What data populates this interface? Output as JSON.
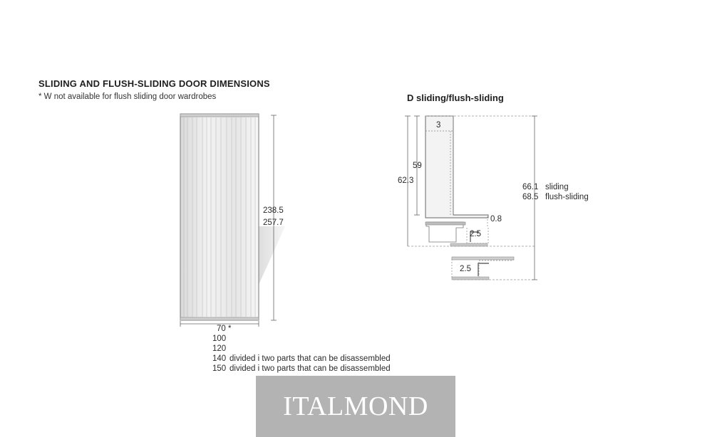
{
  "heading": {
    "title": "SLIDING AND FLUSH-SLIDING DOOR DIMENSIONS",
    "note": "* W not available for flush sliding door wardrobes"
  },
  "door": {
    "height_1": "238.5",
    "height_2": "257.7",
    "widths": [
      {
        "value": "70 *",
        "note": ""
      },
      {
        "value": "100",
        "note": ""
      },
      {
        "value": "120",
        "note": ""
      },
      {
        "value": "140",
        "note": "divided i two parts that can be disassembled"
      },
      {
        "value": "150",
        "note": "divided i two parts that can be disassembled"
      }
    ]
  },
  "depth": {
    "title": "D sliding/flush-sliding",
    "dim_3": "3",
    "dim_59": "59",
    "dim_62_3": "62.3",
    "dim_0_8": "0.8",
    "dim_2_5_upper": "2.5",
    "dim_2_5_lower": "2.5",
    "sliding_value": "66.1",
    "sliding_label": "sliding",
    "flush_value": "68.5",
    "flush_label": "flush-sliding"
  },
  "watermark": {
    "text": "ITALMOND"
  },
  "colors": {
    "line": "#555555",
    "dash": "#888888",
    "panel": "#e4e4e4",
    "watermark_bg": "#b3b3b3"
  }
}
